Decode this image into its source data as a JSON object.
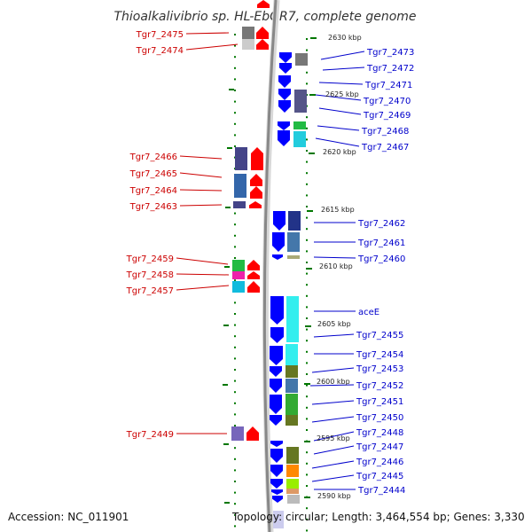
{
  "title": "Thioalkalivibrio sp. HL-EbGR7, complete genome",
  "footer": {
    "accession": "Accession: NC_011901",
    "topology": "Topology: circular; Length: 3,464,554 bp; Genes: 3,330"
  },
  "colors": {
    "left_label": "#cc0000",
    "right_label": "#0000cc",
    "forward_arrow": "#ff0000",
    "reverse_arrow": "#0000ff",
    "backbone": "#888888",
    "tick": "#007700"
  },
  "kbp_markers": [
    "2630 kbp",
    "2625 kbp",
    "2620 kbp",
    "2615 kbp",
    "2610 kbp",
    "2605 kbp",
    "2600 kbp",
    "2595 kbp",
    "2590 kbp"
  ],
  "left_genes": [
    "Tgr7_2475",
    "Tgr7_2474",
    "Tgr7_2466",
    "Tgr7_2465",
    "Tgr7_2464",
    "Tgr7_2463",
    "Tgr7_2459",
    "Tgr7_2458",
    "Tgr7_2457",
    "Tgr7_2449"
  ],
  "right_genes": [
    "Tgr7_2473",
    "Tgr7_2472",
    "Tgr7_2471",
    "Tgr7_2470",
    "Tgr7_2469",
    "Tgr7_2468",
    "Tgr7_2467",
    "Tgr7_2462",
    "Tgr7_2461",
    "Tgr7_2460",
    "aceE",
    "Tgr7_2455",
    "Tgr7_2454",
    "Tgr7_2453",
    "Tgr7_2452",
    "Tgr7_2451",
    "Tgr7_2450",
    "Tgr7_2448",
    "Tgr7_2447",
    "Tgr7_2446",
    "Tgr7_2445",
    "Tgr7_2444"
  ]
}
